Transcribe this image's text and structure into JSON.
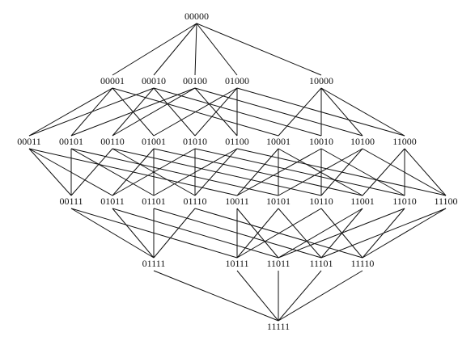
{
  "colors": {
    "line": "#111111",
    "text": "#111111",
    "background": "#ffffff"
  },
  "diagram": {
    "type": "hasse-diagram",
    "nodes": [
      {
        "id": "00000",
        "label": "00000"
      },
      {
        "id": "00001",
        "label": "00001"
      },
      {
        "id": "00010",
        "label": "00010"
      },
      {
        "id": "00100",
        "label": "00100"
      },
      {
        "id": "01000",
        "label": "01000"
      },
      {
        "id": "10000",
        "label": "10000"
      },
      {
        "id": "00011",
        "label": "00011"
      },
      {
        "id": "00101",
        "label": "00101"
      },
      {
        "id": "00110",
        "label": "00110"
      },
      {
        "id": "01001",
        "label": "01001"
      },
      {
        "id": "01010",
        "label": "01010"
      },
      {
        "id": "01100",
        "label": "01100"
      },
      {
        "id": "10001",
        "label": "10001"
      },
      {
        "id": "10010",
        "label": "10010"
      },
      {
        "id": "10100",
        "label": "10100"
      },
      {
        "id": "11000",
        "label": "11000"
      },
      {
        "id": "00111",
        "label": "00111"
      },
      {
        "id": "01011",
        "label": "01011"
      },
      {
        "id": "01101",
        "label": "01101"
      },
      {
        "id": "01110",
        "label": "01110"
      },
      {
        "id": "10011",
        "label": "10011"
      },
      {
        "id": "10101",
        "label": "10101"
      },
      {
        "id": "10110",
        "label": "10110"
      },
      {
        "id": "11001",
        "label": "11001"
      },
      {
        "id": "11010",
        "label": "11010"
      },
      {
        "id": "11100",
        "label": "11100"
      },
      {
        "id": "01111",
        "label": "01111"
      },
      {
        "id": "10111",
        "label": "10111"
      },
      {
        "id": "11011",
        "label": "11011"
      },
      {
        "id": "11101",
        "label": "11101"
      },
      {
        "id": "11110",
        "label": "11110"
      },
      {
        "id": "11111",
        "label": "11111"
      }
    ],
    "edges": [
      [
        "00000",
        "00001"
      ],
      [
        "00000",
        "00010"
      ],
      [
        "00000",
        "00100"
      ],
      [
        "00000",
        "01000"
      ],
      [
        "00000",
        "10000"
      ],
      [
        "00001",
        "00011"
      ],
      [
        "00001",
        "00101"
      ],
      [
        "00001",
        "01001"
      ],
      [
        "00001",
        "10001"
      ],
      [
        "00010",
        "00011"
      ],
      [
        "00010",
        "00110"
      ],
      [
        "00010",
        "01010"
      ],
      [
        "00010",
        "10010"
      ],
      [
        "00100",
        "00101"
      ],
      [
        "00100",
        "00110"
      ],
      [
        "00100",
        "01100"
      ],
      [
        "00100",
        "10100"
      ],
      [
        "01000",
        "01001"
      ],
      [
        "01000",
        "01010"
      ],
      [
        "01000",
        "01100"
      ],
      [
        "01000",
        "11000"
      ],
      [
        "10000",
        "10001"
      ],
      [
        "10000",
        "10010"
      ],
      [
        "10000",
        "10100"
      ],
      [
        "10000",
        "11000"
      ],
      [
        "00011",
        "00111"
      ],
      [
        "00011",
        "01011"
      ],
      [
        "00011",
        "10011"
      ],
      [
        "00101",
        "00111"
      ],
      [
        "00101",
        "01101"
      ],
      [
        "00101",
        "10101"
      ],
      [
        "00110",
        "00111"
      ],
      [
        "00110",
        "01110"
      ],
      [
        "00110",
        "10110"
      ],
      [
        "01001",
        "01011"
      ],
      [
        "01001",
        "01101"
      ],
      [
        "01001",
        "11001"
      ],
      [
        "01010",
        "01011"
      ],
      [
        "01010",
        "01110"
      ],
      [
        "01010",
        "11010"
      ],
      [
        "01100",
        "01101"
      ],
      [
        "01100",
        "01110"
      ],
      [
        "01100",
        "11100"
      ],
      [
        "10001",
        "10011"
      ],
      [
        "10001",
        "10101"
      ],
      [
        "10001",
        "11001"
      ],
      [
        "10010",
        "10011"
      ],
      [
        "10010",
        "10110"
      ],
      [
        "10010",
        "11010"
      ],
      [
        "10100",
        "10101"
      ],
      [
        "10100",
        "10110"
      ],
      [
        "10100",
        "11100"
      ],
      [
        "11000",
        "11001"
      ],
      [
        "11000",
        "11010"
      ],
      [
        "11000",
        "11100"
      ],
      [
        "00111",
        "01111"
      ],
      [
        "00111",
        "10111"
      ],
      [
        "01011",
        "01111"
      ],
      [
        "01011",
        "11011"
      ],
      [
        "01101",
        "01111"
      ],
      [
        "01101",
        "11101"
      ],
      [
        "01110",
        "01111"
      ],
      [
        "01110",
        "11110"
      ],
      [
        "10011",
        "10111"
      ],
      [
        "10011",
        "11011"
      ],
      [
        "10101",
        "10111"
      ],
      [
        "10101",
        "11101"
      ],
      [
        "10110",
        "10111"
      ],
      [
        "10110",
        "11110"
      ],
      [
        "11001",
        "11011"
      ],
      [
        "11001",
        "11101"
      ],
      [
        "11010",
        "11011"
      ],
      [
        "11010",
        "11110"
      ],
      [
        "11100",
        "11101"
      ],
      [
        "11100",
        "11110"
      ],
      [
        "01111",
        "11111"
      ],
      [
        "10111",
        "11111"
      ],
      [
        "11011",
        "11111"
      ],
      [
        "11101",
        "11111"
      ],
      [
        "11110",
        "11111"
      ]
    ]
  }
}
